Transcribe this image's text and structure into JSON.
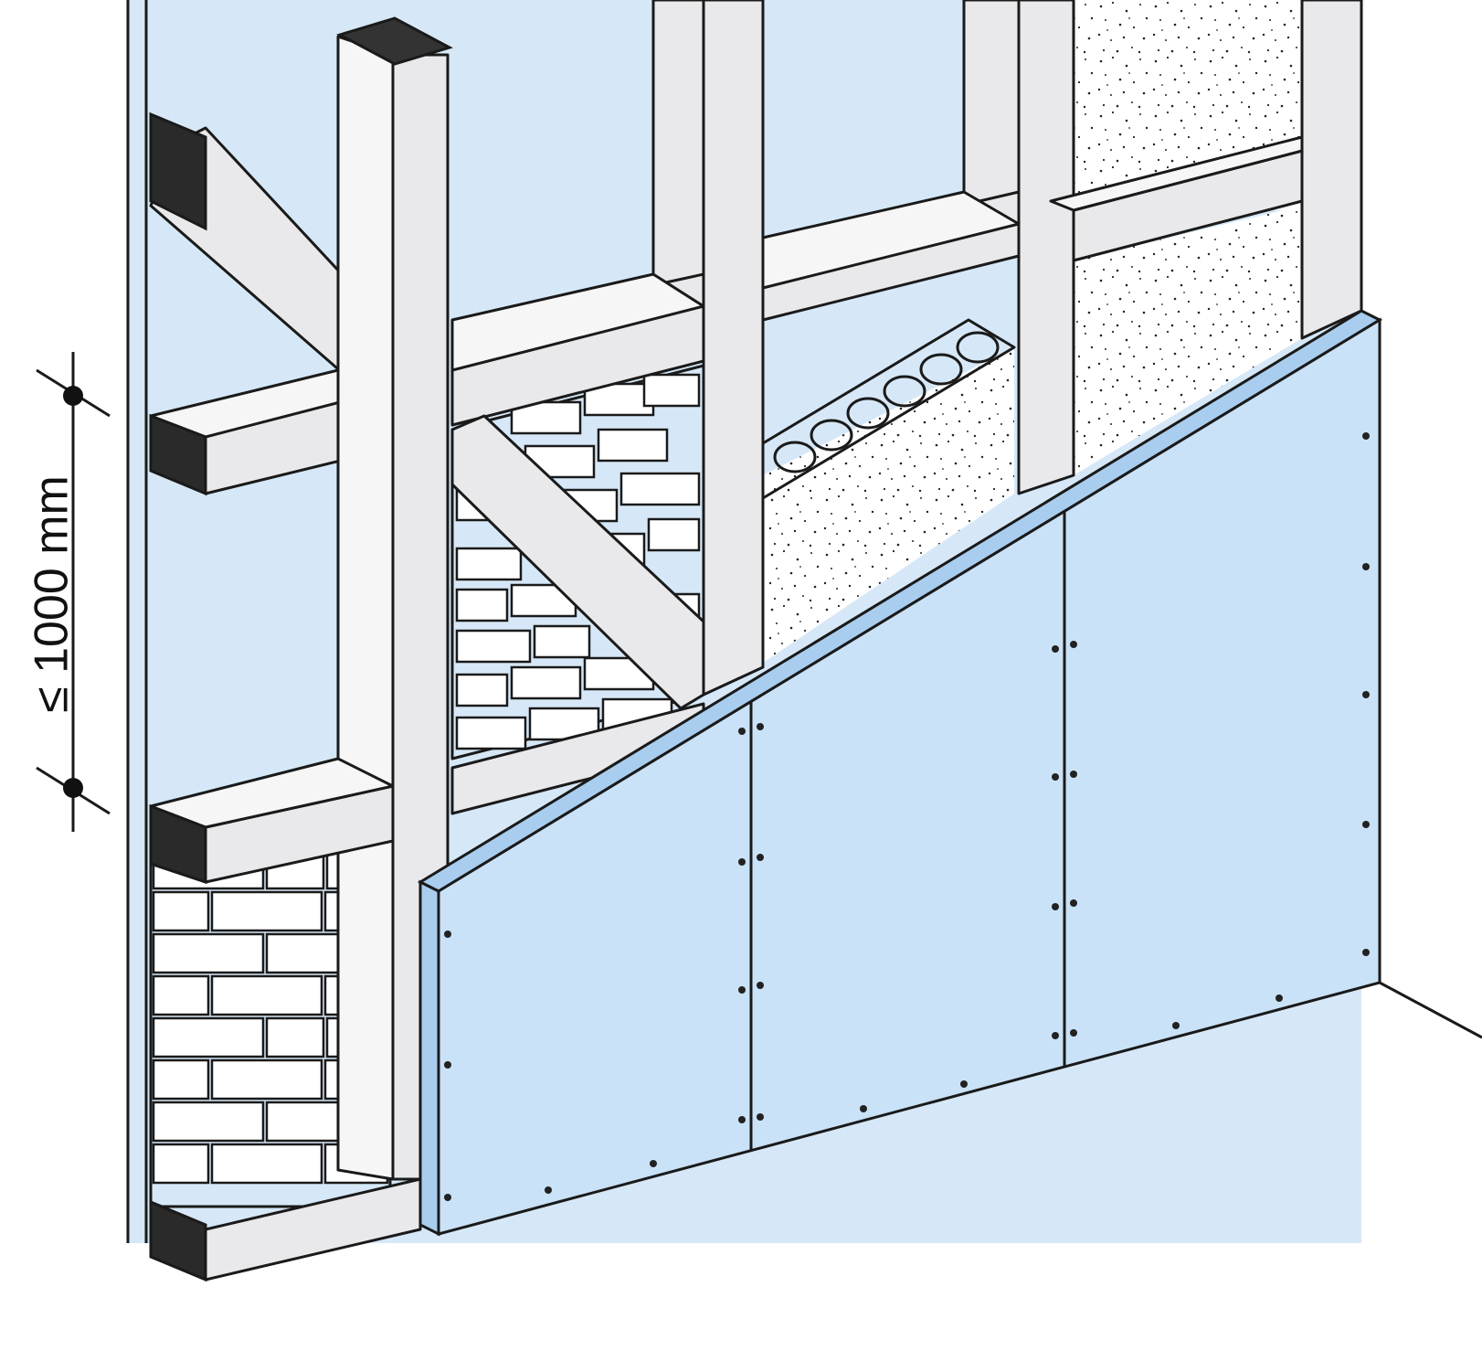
{
  "dimension": {
    "label": "≤ 1000 mm"
  },
  "colors": {
    "background": "#ffffff",
    "wall": "#d6e8f7",
    "timber": "#e9e9eb",
    "timber_top": "#f6f6f7",
    "board": "#c9e2f7",
    "board_edge": "#a9cdee",
    "insulation": "#ffffff",
    "outline": "#1a1a1a"
  },
  "components": [
    "timber-frame",
    "brick-infill",
    "mineral-wool-insulation",
    "lining-board",
    "screws"
  ]
}
